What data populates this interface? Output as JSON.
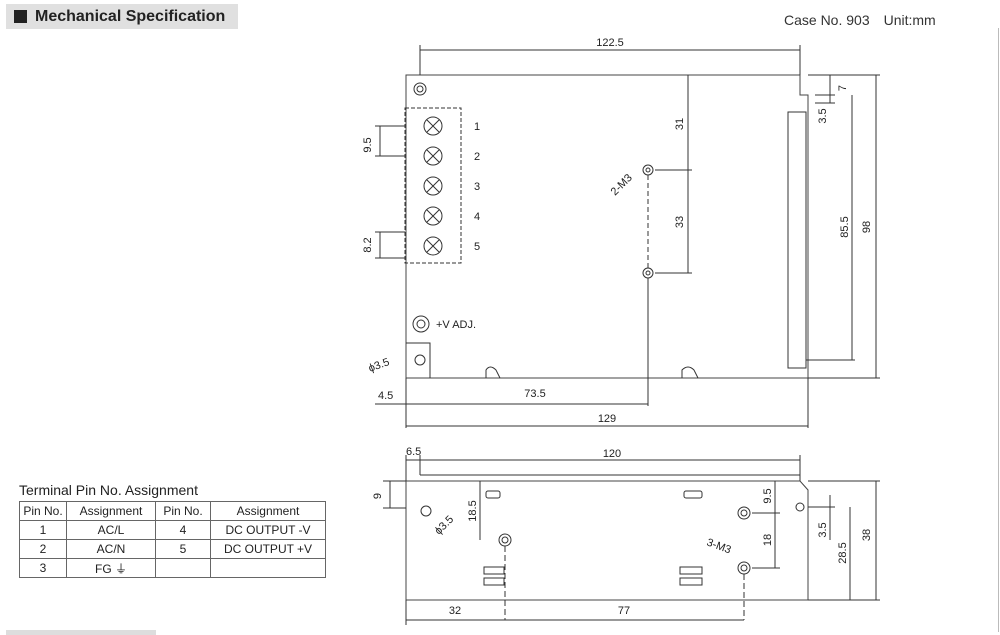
{
  "header": {
    "title": "Mechanical Specification",
    "case_no": "Case No. 903",
    "unit": "Unit:mm"
  },
  "top_view": {
    "dims": {
      "width_top": "122.5",
      "width_bottom": "129",
      "hole_x": "73.5",
      "edge_offset": "4.5",
      "pitch_9_5": "9.5",
      "pitch_8_2": "8.2",
      "dim_31": "31",
      "dim_33": "33",
      "dim_7": "7",
      "dim_3_5": "3.5",
      "dim_85_5": "85.5",
      "dim_98": "98"
    },
    "terminals": [
      "1",
      "2",
      "3",
      "4",
      "5"
    ],
    "screws_label": "2-M3",
    "adj_label": "+V ADJ.",
    "hole_label": "ϕ3.5"
  },
  "side_view": {
    "dims": {
      "offset": "6.5",
      "width": "120",
      "left_h": "9",
      "dim_18_5": "18.5",
      "dim_9_5": "9.5",
      "dim_18": "18",
      "dim_3_5": "3.5",
      "dim_28_5": "28.5",
      "dim_38": "38",
      "bottom_left": "32",
      "bottom_right": "77"
    },
    "hole_label": "ϕ3.5",
    "screws_label": "3-M3"
  },
  "pin_table": {
    "title": "Terminal Pin No.  Assignment",
    "headers": [
      "Pin No.",
      "Assignment",
      "Pin No.",
      "Assignment"
    ],
    "rows": [
      [
        "1",
        "AC/L",
        "4",
        "DC OUTPUT -V"
      ],
      [
        "2",
        "AC/N",
        "5",
        "DC OUTPUT +V"
      ],
      [
        "3",
        "FG ⏚",
        "",
        ""
      ]
    ]
  }
}
